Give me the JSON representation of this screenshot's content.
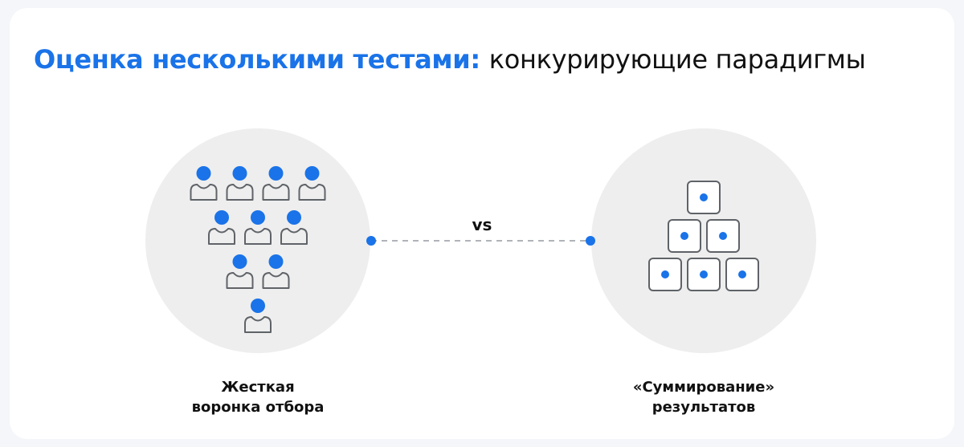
{
  "title": {
    "accent": "Оценка несколькими тестами:",
    "rest": "конкурирующие парадигмы"
  },
  "comparison": {
    "vs_label": "vs",
    "left": {
      "caption_line1": "Жесткая",
      "caption_line2": "воронка отбора",
      "people_rows": [
        4,
        3,
        2,
        1
      ]
    },
    "right": {
      "caption_line1": "«Суммирование»",
      "caption_line2": "результатов",
      "block_rows": [
        1,
        2,
        3
      ]
    }
  },
  "colors": {
    "accent": "#1a73e8",
    "circle": "#eeeeee",
    "outline": "#5f6368",
    "connector": "#b0b4b8"
  }
}
